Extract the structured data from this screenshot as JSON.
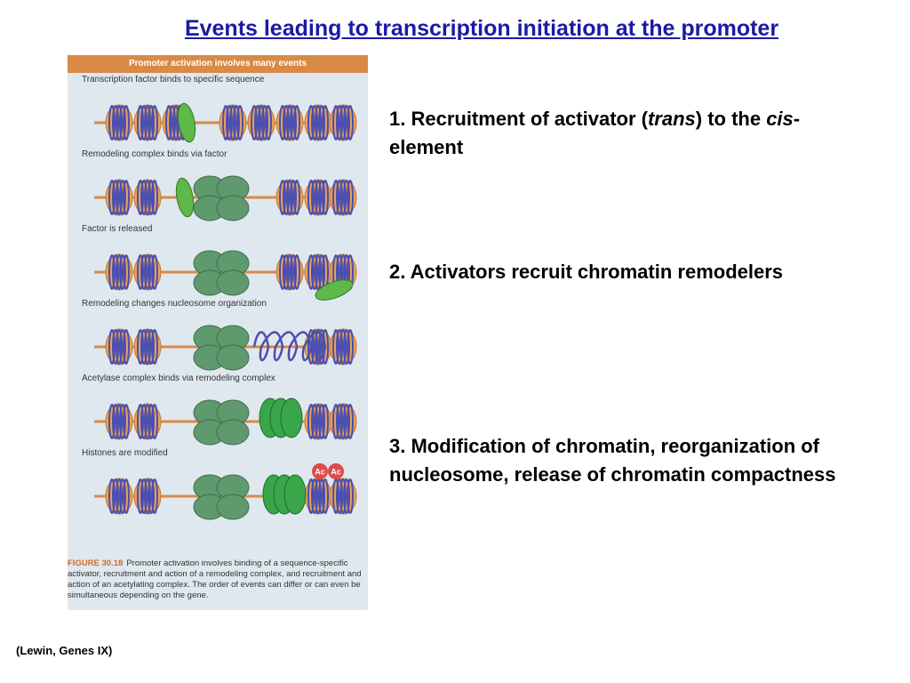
{
  "slide": {
    "title": "Events leading to transcription initiation at the promoter",
    "credit": "(Lewin, Genes IX)"
  },
  "figure": {
    "header": "Promoter activation involves many events",
    "steps": [
      {
        "label": "Transcription factor binds to specific sequence"
      },
      {
        "label": "Remodeling complex binds via factor"
      },
      {
        "label": "Factor is released"
      },
      {
        "label": "Remodeling changes nucleosome organization"
      },
      {
        "label": "Acetylase complex binds via remodeling complex"
      },
      {
        "label": "Histones are modified"
      }
    ],
    "ac_tag_1": "Ac",
    "ac_tag_2": "Ac",
    "caption_label": "FIGURE 30.18",
    "caption_text": "Promoter activation involves binding of a sequence-specific activator, recruitment and action of a remodeling complex, and recruitment and action of an acetylating complex. The order of events can differ or can even be simultaneous depending on the gene."
  },
  "points": [
    {
      "prefix": "1.  Recruitment of activator (",
      "em1": "trans",
      "mid": ") to the ",
      "em2": "cis",
      "suffix": "-element"
    },
    {
      "text": "2.  Activators recruit chromatin remodelers"
    },
    {
      "text": "3.  Modification of chromatin, reorganization of nucleosome, release of chromatin compactness"
    }
  ],
  "colors": {
    "title": "#1a1aa6",
    "header_bg": "#d98a47",
    "panel_bg": "#dfe8ee",
    "nucleosome": "#e9a25a",
    "dna": "#4a4fb0",
    "activator": "#5fb84a",
    "remodeler": "#5f9a6e",
    "acetylase": "#3aa64a",
    "ac_tag": "#e04a4a"
  }
}
